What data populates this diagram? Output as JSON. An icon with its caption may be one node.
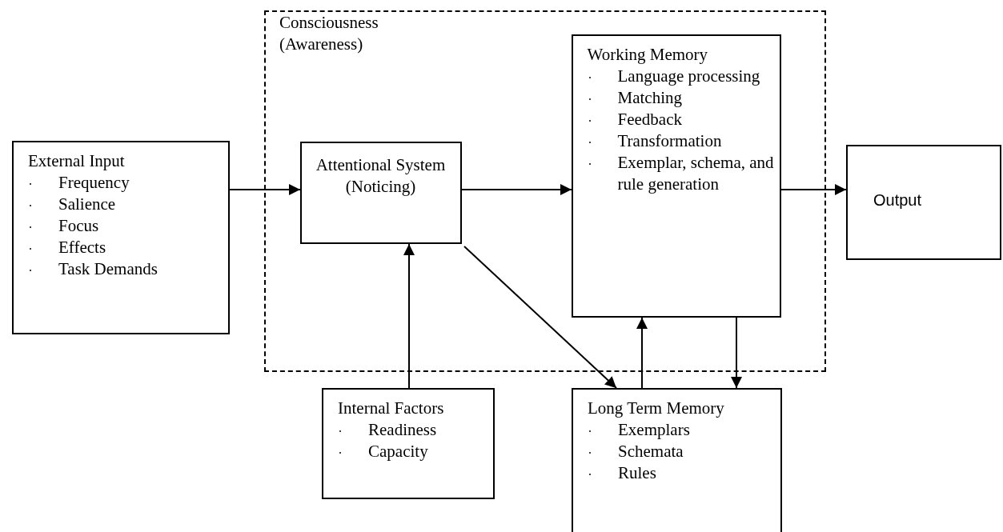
{
  "diagram": {
    "nodes": [
      {
        "text": [
          "External Input",
          "Frequency",
          "Salience",
          "Focus",
          "Effects",
          "Task Demands"
        ]
      },
      {
        "text": [
          "Consciousness (Awareness)"
        ]
      },
      {
        "text": [
          "Attentional System (Noticing)"
        ],
        "in": 1
      },
      {
        "text": [
          "Working Memory",
          "Language processing",
          "Matching",
          "Feedback",
          "Transformation",
          "Exemplar, schema, and rule generation"
        ],
        "in": 1
      },
      {
        "text": [
          "Output"
        ]
      },
      {
        "text": [
          "Internal Factors",
          "Readiness",
          "Capacity"
        ]
      },
      {
        "text": [
          "Long Term Memory",
          "Exemplars",
          "Schemata",
          "Rules"
        ]
      }
    ],
    "edges": [
      {
        "from": 0,
        "to": 2,
        "arrow": "to"
      },
      {
        "from": 2,
        "to": 3,
        "arrow": "to"
      },
      {
        "from": 3,
        "to": 4,
        "arrow": "to"
      },
      {
        "from": 5,
        "to": 2,
        "arrow": "to"
      },
      {
        "from": 2,
        "to": 6,
        "arrow": "to"
      },
      {
        "from": 6,
        "to": 3,
        "arrow": "to"
      },
      {
        "from": 3,
        "to": 6,
        "arrow": "to"
      }
    ]
  }
}
